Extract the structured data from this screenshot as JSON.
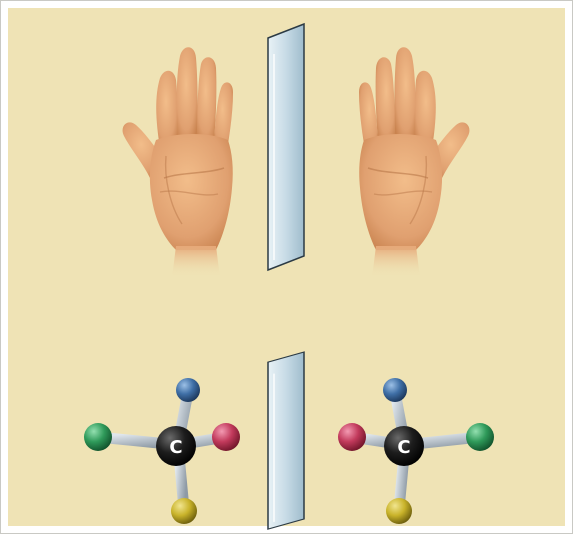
{
  "title": "",
  "colors": {
    "background": "#efe3b5",
    "frame": "#c9c9c4",
    "skin": "#e0a070",
    "mirror": "#cfe0ea",
    "bond": "#a9b3bd",
    "carbon": "#1a1a1a",
    "atom_blue": "#3f6fa6",
    "atom_red": "#c23a5c",
    "atom_green": "#2f9a5a",
    "atom_yellow": "#c9b32a"
  },
  "top_panel": {
    "left_object": "left-hand",
    "mirror": "mirror-plane",
    "right_object": "right-hand"
  },
  "bottom_panel": {
    "left_molecule": {
      "center_label": "C",
      "substituents": [
        "blue",
        "red",
        "yellow",
        "green"
      ]
    },
    "mirror": "mirror-plane",
    "right_molecule": {
      "center_label": "C",
      "substituents": [
        "blue",
        "green",
        "yellow",
        "red"
      ]
    }
  }
}
